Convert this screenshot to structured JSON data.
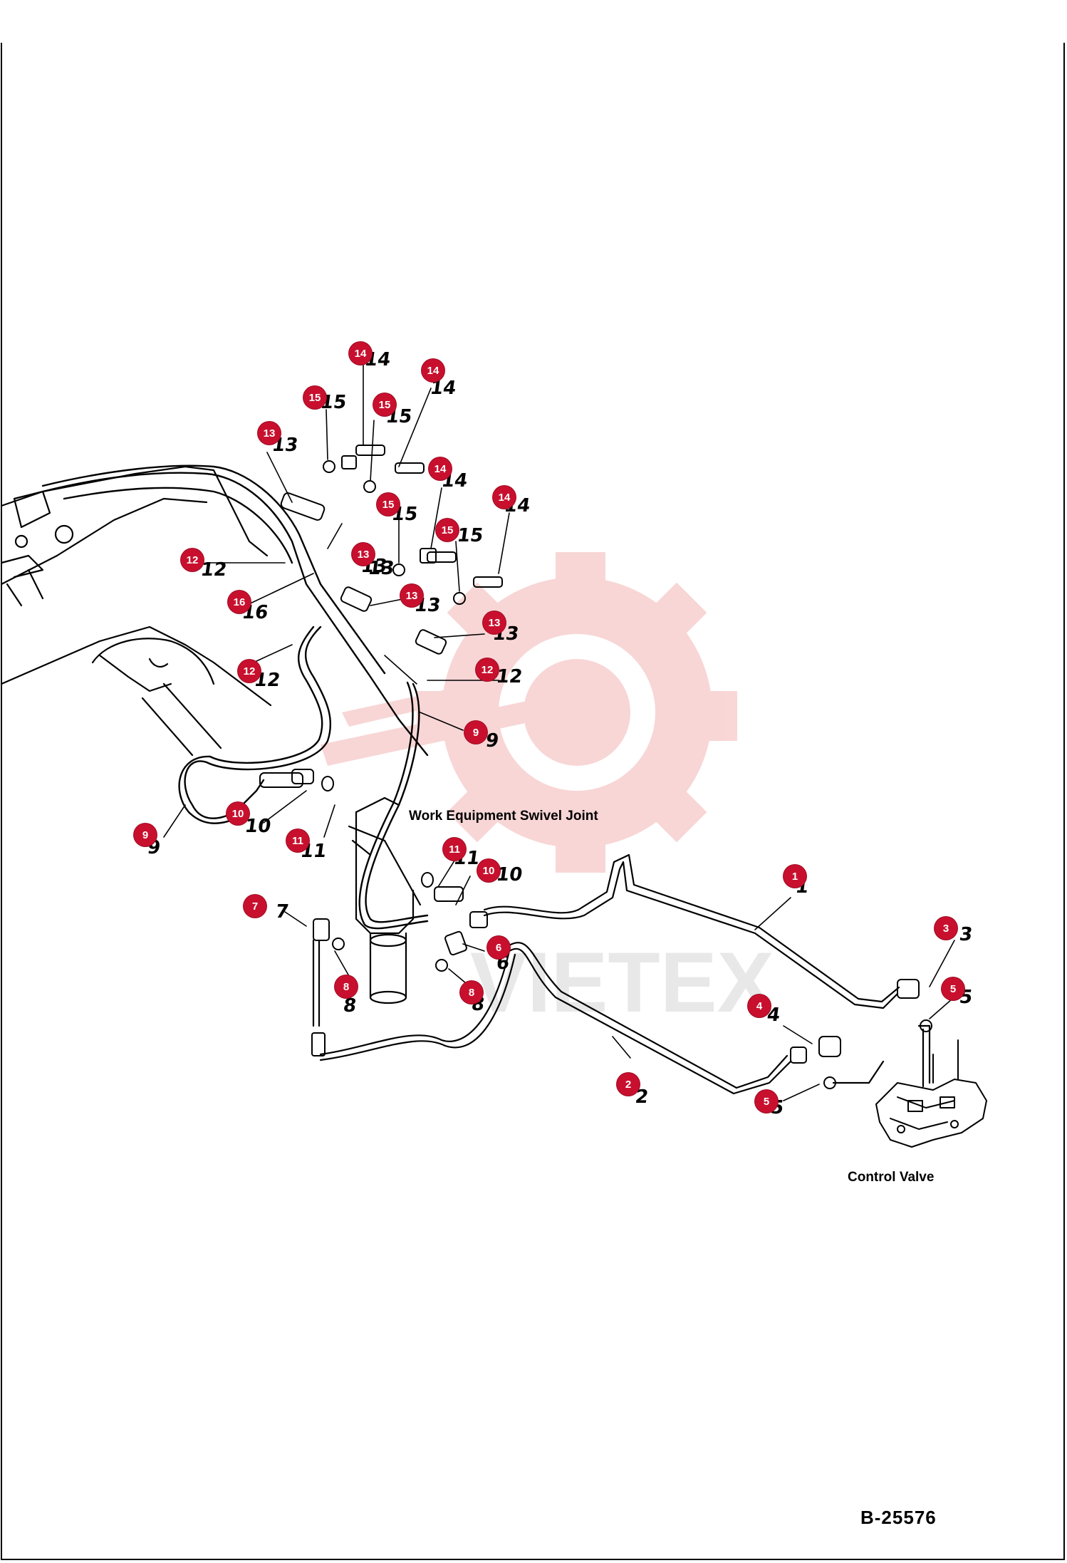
{
  "labels": {
    "swivel_joint": "Work Equipment Swivel Joint",
    "control_valve": "Control Valve",
    "drawing_code": "B-25576"
  },
  "watermark": "VIETEX",
  "colors": {
    "callout": "#c8102e",
    "watermark": "#f4b6b6",
    "line": "#000000"
  },
  "callouts": [
    {
      "text": "14"
    },
    {
      "text": "14"
    },
    {
      "text": "15"
    },
    {
      "text": "15"
    },
    {
      "text": "13"
    },
    {
      "text": "14"
    },
    {
      "text": "14"
    },
    {
      "text": "15"
    },
    {
      "text": "15"
    },
    {
      "text": "13"
    },
    {
      "text": "12"
    },
    {
      "text": "16"
    },
    {
      "text": "13"
    },
    {
      "text": "13"
    },
    {
      "text": "12"
    },
    {
      "text": "12"
    },
    {
      "text": "9"
    },
    {
      "text": "10"
    },
    {
      "text": "9"
    },
    {
      "text": "11"
    },
    {
      "text": "11"
    },
    {
      "text": "10"
    },
    {
      "text": "1"
    },
    {
      "text": "7"
    },
    {
      "text": "6"
    },
    {
      "text": "3"
    },
    {
      "text": "8"
    },
    {
      "text": "8"
    },
    {
      "text": "5"
    },
    {
      "text": "4"
    },
    {
      "text": "2"
    },
    {
      "text": "5"
    }
  ],
  "part_numbers": [
    {
      "text": "14"
    },
    {
      "text": "14"
    },
    {
      "text": "15"
    },
    {
      "text": "15"
    },
    {
      "text": "14"
    },
    {
      "text": "14"
    },
    {
      "text": "15"
    },
    {
      "text": "15"
    },
    {
      "text": "13"
    },
    {
      "text": "12"
    },
    {
      "text": "16"
    },
    {
      "text": "13"
    },
    {
      "text": "13"
    },
    {
      "text": "13"
    },
    {
      "text": "12"
    },
    {
      "text": "12"
    },
    {
      "text": "9"
    },
    {
      "text": "10"
    },
    {
      "text": "9"
    },
    {
      "text": "11"
    },
    {
      "text": "11"
    },
    {
      "text": "10"
    },
    {
      "text": "1"
    },
    {
      "text": "7"
    },
    {
      "text": "6"
    },
    {
      "text": "3"
    },
    {
      "text": "8"
    },
    {
      "text": "8"
    },
    {
      "text": "5"
    },
    {
      "text": "4"
    },
    {
      "text": "2"
    },
    {
      "text": "5"
    },
    {
      "text": "13"
    }
  ]
}
